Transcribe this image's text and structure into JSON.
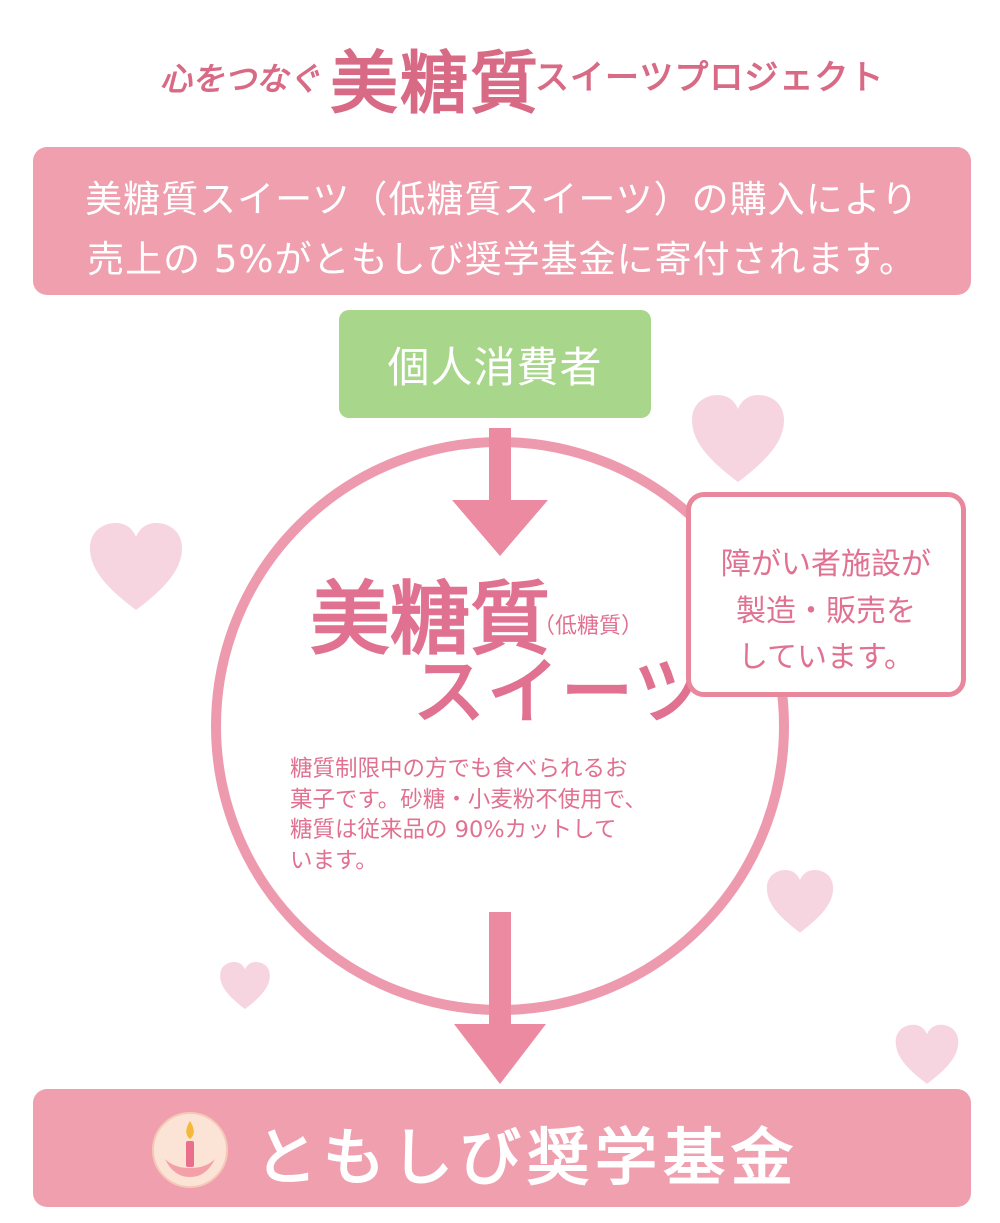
{
  "header": {
    "lead": "心をつなぐ",
    "main": "美糖質",
    "tail": "スイーツプロジェクト"
  },
  "top_banner": {
    "line1": "美糖質スイーツ（低糖質スイーツ）の購入により",
    "line2": "売上の 5%がともしび奨学基金に寄付されます。"
  },
  "consumer": {
    "label": "個人消費者"
  },
  "product": {
    "title_main": "美糖質",
    "title_sub": "（低糖質）",
    "title_sweets": "スイーツ",
    "description": [
      "糖質制限中の方でも食べられるお",
      "菓子です。砂糖・小麦粉不使用で、",
      "糖質は従来品の 90%カットして",
      "います。"
    ]
  },
  "facility": {
    "line1": "障がい者施設が",
    "line2": "製造・販売を",
    "line3": "しています。"
  },
  "fund": {
    "name": "ともしび奨学基金",
    "logo_icon": "candle-hands-icon"
  },
  "colors": {
    "pink": "#ef9fae",
    "pink_text": "#e07190",
    "green": "#a8d68a",
    "heart": "#f7d5e0"
  }
}
